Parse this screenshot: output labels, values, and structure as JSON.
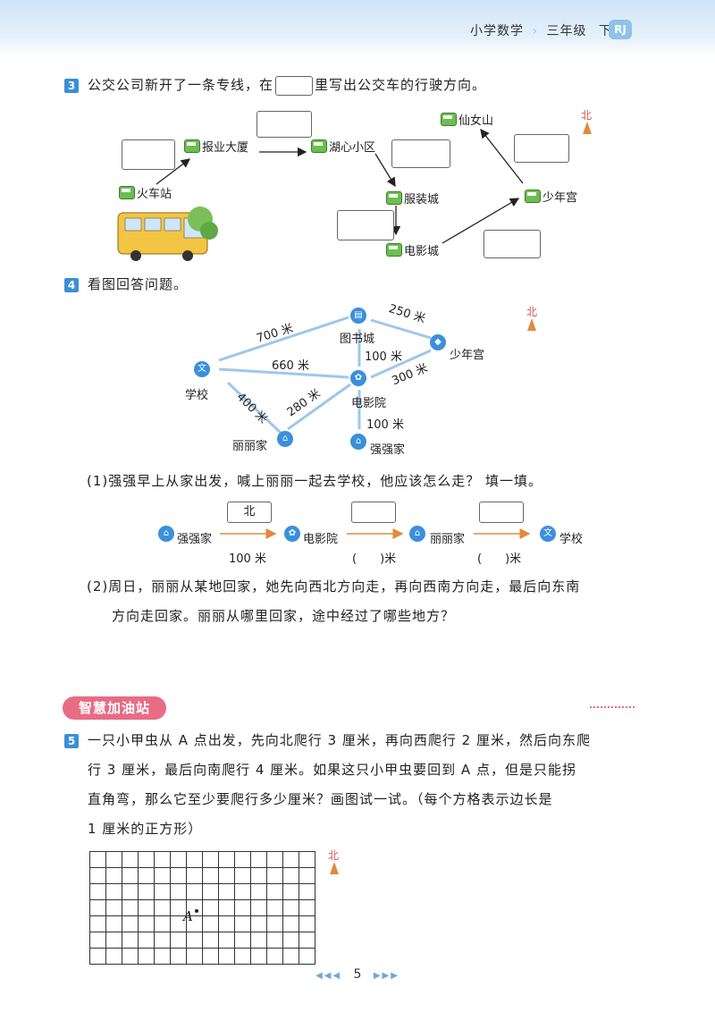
{
  "header": {
    "subject": "小学数学",
    "grade": "三年级",
    "volume": "下册",
    "badge": "RJ"
  },
  "q3": {
    "number": "3",
    "prompt_a": "公交公司新开了一条专线，在",
    "prompt_b": "里写出公交车的行驶方向。",
    "north": "北",
    "stops": {
      "huochezhan": "火车站",
      "baoye": "报业大厦",
      "huxin": "湖心小区",
      "fuzhuang": "服装城",
      "dianying": "电影城",
      "shaoniangong": "少年宫",
      "xiannvshan": "仙女山"
    }
  },
  "q4": {
    "number": "4",
    "prompt": "看图回答问题。",
    "north": "北",
    "places": {
      "school": "学校",
      "library": "图书城",
      "youth": "少年宫",
      "cinema": "电影院",
      "lili": "丽丽家",
      "qiangqiang": "强强家"
    },
    "distances": {
      "school_library": "700 米",
      "library_youth": "250 米",
      "school_cinema": "660 米",
      "library_cinema": "100 米",
      "cinema_youth": "300 米",
      "school_lili": "400 米",
      "lili_cinema": "280 米",
      "cinema_qiang": "100 米"
    },
    "sub1": "(1)强强早上从家出发，喊上丽丽一起去学校，他应该怎么走？ 填一填。",
    "path": {
      "start": "强强家",
      "box1": "北",
      "mid1": "电影院",
      "dist1": "100 米",
      "mid2": "丽丽家",
      "blank_a": "(　　)米",
      "end": "学校",
      "blank_b": "(　　)米"
    },
    "sub2_line1": "(2)周日，丽丽从某地回家，她先向西北方向走，再向西南方向走，最后向东南",
    "sub2_line2": "方向走回家。丽丽从哪里回家，途中经过了哪些地方？"
  },
  "section": {
    "title": "智慧加油站"
  },
  "q5": {
    "number": "5",
    "line1": "一只小甲虫从 A 点出发，先向北爬行 3 厘米，再向西爬行 2 厘米，然后向东爬",
    "line2": "行 3 厘米，最后向南爬行 4 厘米。如果这只小甲虫要回到 A 点，但是只能拐",
    "line3": "直角弯，那么它至少要爬行多少厘米？画图试一试。（每个方格表示边长是",
    "line4": "1 厘米的正方形）",
    "point_label": "A",
    "north": "北"
  },
  "footer": {
    "page": "5"
  },
  "colors": {
    "accent_blue": "#3a8fd6",
    "section_pink": "#e86c86",
    "arrow_orange": "#e08a3c"
  }
}
